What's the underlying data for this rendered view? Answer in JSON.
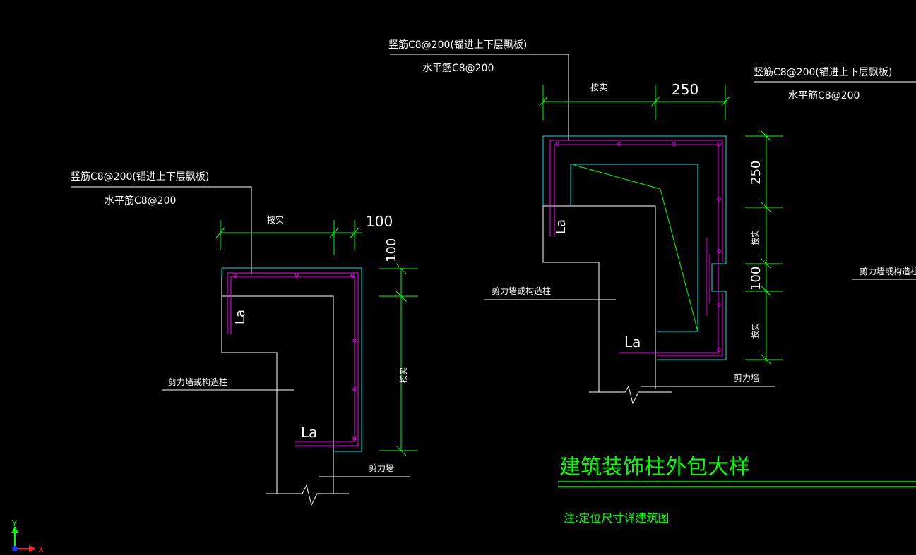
{
  "colors": {
    "background": "#000000",
    "white": "#ffffff",
    "cyan": "#00e5e5",
    "magenta": "#ff00ff",
    "green": "#00ff00",
    "axis_red": "#ff2020",
    "axis_blue": "#2030ff"
  },
  "left_detail": {
    "vertical_rebar": "竖筋C8@200(锚进上下层飘板)",
    "horizontal_rebar": "水平筋C8@200",
    "dim_top_match": "按实",
    "dim_top_value": "100",
    "dim_side_top": "100",
    "dim_side_match": "按实",
    "anchorage_upper": "La",
    "anchorage_lower": "La",
    "wall_label": "剪力墙或构造柱",
    "shear_wall": "剪力墙"
  },
  "right_detail": {
    "vertical_rebar_1": "竖筋C8@200(锚进上下层飘板)",
    "horizontal_rebar_1": "水平筋C8@200",
    "vertical_rebar_2": "竖筋C8@200(锚进上下层飘板)",
    "horizontal_rebar_2": "水平筋C8@200",
    "dim_top_match": "按实",
    "dim_top_value": "250",
    "dim_side_top": "250",
    "dim_side_match_1": "按实",
    "dim_side_mid": "100",
    "dim_side_match_2": "按实",
    "anchorage_upper": "La",
    "anchorage_lower": "La",
    "wall_label": "剪力墙或构造柱",
    "wall_label_far": "剪力墙或构造柱",
    "shear_wall": "剪力墙"
  },
  "title": {
    "main": "建筑装饰柱外包大样",
    "note": "注:定位尺寸详建筑图"
  },
  "ucs": {
    "x_label": "X",
    "y_label": "Y",
    "icon": "ucs-axis-icon"
  }
}
